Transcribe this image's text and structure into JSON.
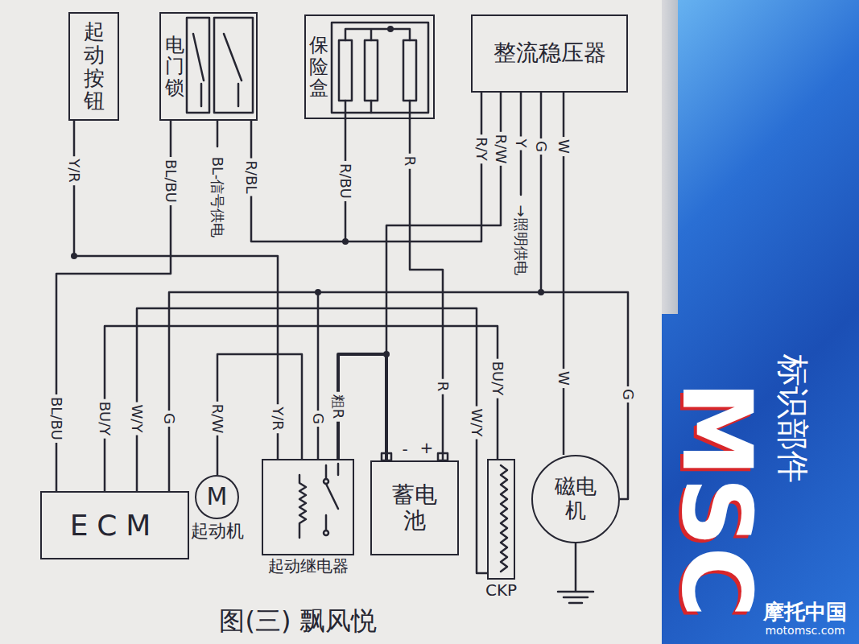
{
  "diagram": {
    "caption": "图(三) 飘风悦",
    "nodes": [
      {
        "text": [
          "起动按钮"
        ]
      },
      {
        "text": [
          "电门锁"
        ]
      },
      {
        "text": [
          "保险盒"
        ]
      },
      {
        "text": [
          "整流稳压器"
        ]
      },
      {
        "text": [
          "ECM"
        ]
      },
      {
        "text": [
          "M",
          "起动机"
        ]
      },
      {
        "text": [
          "起动继电器"
        ]
      },
      {
        "text": [
          "蓄电池"
        ]
      },
      {
        "text": [
          "CKP"
        ]
      },
      {
        "text": [
          "磁电机"
        ]
      }
    ],
    "edges": [
      {
        "from": 0,
        "to": 6,
        "arrow": "none"
      },
      {
        "from": 1,
        "to": 4,
        "arrow": "none"
      },
      {
        "from": 1,
        "to": 3,
        "arrow": "none"
      },
      {
        "from": 2,
        "to": 7,
        "arrow": "none"
      },
      {
        "from": 6,
        "to": 7,
        "arrow": "none"
      },
      {
        "from": 3,
        "to": 9,
        "arrow": "none"
      },
      {
        "from": 4,
        "to": 8,
        "arrow": "none"
      },
      {
        "from": 4,
        "to": 8,
        "arrow": "none"
      },
      {
        "from": 4,
        "to": 9,
        "arrow": "none"
      },
      {
        "from": 6,
        "to": 5,
        "arrow": "none"
      }
    ],
    "labels": [
      "Y/R",
      "BL/BU",
      "BL-信号供电",
      "R/BL",
      "R/BU",
      "R",
      "R/Y",
      "R/W",
      "Y",
      "G",
      "W",
      "→照明供电",
      "BL/BU",
      "BU/Y",
      "W/Y",
      "G",
      "R/W",
      "Y/R",
      "G",
      "粗R",
      "R",
      "BU/Y",
      "W/Y",
      "W",
      "G",
      "-",
      "+",
      "MSC",
      "标识部件",
      "摩托中国",
      "motomsc.com"
    ]
  }
}
